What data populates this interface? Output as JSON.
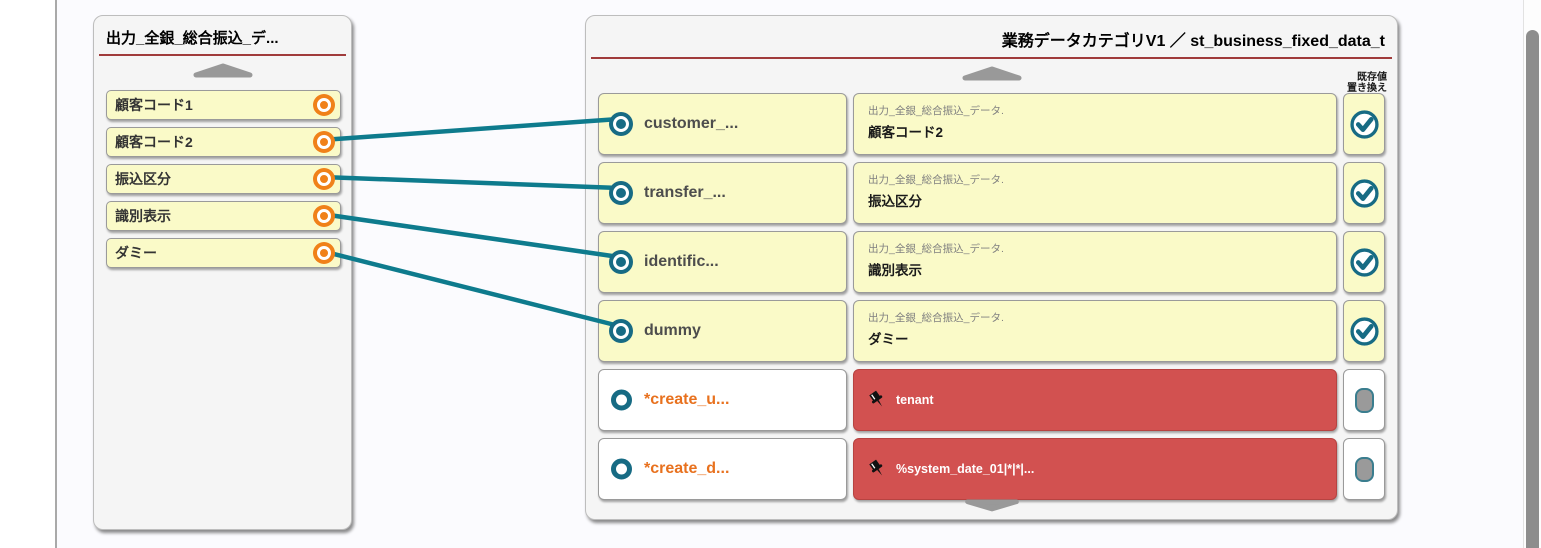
{
  "left_panel": {
    "title": "出力_全銀_総合振込_デ...",
    "fields": [
      {
        "label": "顧客コード1"
      },
      {
        "label": "顧客コード2"
      },
      {
        "label": "振込区分"
      },
      {
        "label": "識別表示"
      },
      {
        "label": "ダミー"
      }
    ]
  },
  "right_panel": {
    "title": "業務データカテゴリV1 ／ st_business_fixed_data_t",
    "legend_line1": "既存値",
    "legend_line2": "置き換え",
    "rows": [
      {
        "name": "customer_...",
        "source_prefix": "出力_全銀_総合振込_データ.",
        "source_field": "顧客コード2",
        "replace_existing": true
      },
      {
        "name": "transfer_...",
        "source_prefix": "出力_全銀_総合振込_データ.",
        "source_field": "振込区分",
        "replace_existing": true
      },
      {
        "name": "identific...",
        "source_prefix": "出力_全銀_総合振込_データ.",
        "source_field": "識別表示",
        "replace_existing": true
      },
      {
        "name": "dummy",
        "source_prefix": "出力_全銀_総合振込_データ.",
        "source_field": "ダミー",
        "replace_existing": true
      },
      {
        "name": "*create_u...",
        "constant_value": "tenant",
        "replace_existing": false
      },
      {
        "name": "*create_d...",
        "constant_value": "%system_date_01|*|*|...",
        "replace_existing": false
      }
    ]
  },
  "connections": [
    {
      "from": "顧客コード2",
      "to": "customer_..."
    },
    {
      "from": "振込区分",
      "to": "transfer_..."
    },
    {
      "from": "識別表示",
      "to": "identific..."
    },
    {
      "from": "ダミー",
      "to": "dummy"
    }
  ],
  "icons": {
    "connector_out": "donut-orange",
    "connector_in": "donut-teal",
    "unmapped_port": "teal-ring",
    "replace_on": "check-circle",
    "replace_off": "blank-toggle",
    "constant": "pushpin",
    "collapse": "triangle-up",
    "expand": "triangle-down"
  },
  "colors": {
    "teal_accent": "#176b84",
    "wire_teal": "#0e7b8d",
    "orange_accent": "#f08119",
    "constant_red": "#d25150",
    "field_yellow": "#fafac8",
    "rule_red": "#a03b3b",
    "panel_gray": "#f5f5f5"
  }
}
